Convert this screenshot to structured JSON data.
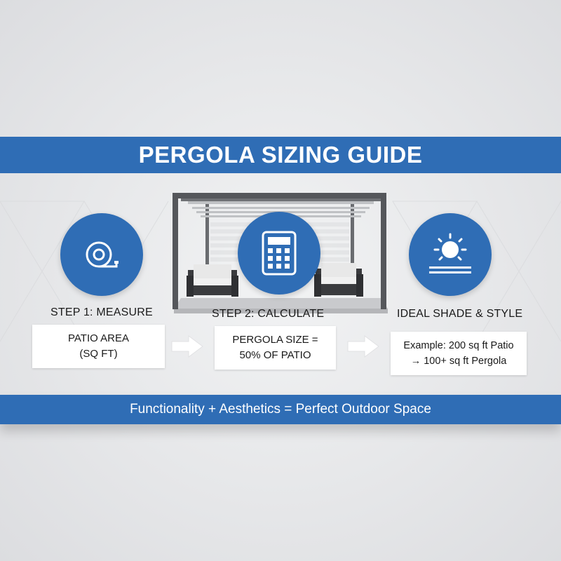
{
  "title": "PERGOLA SIZING GUIDE",
  "footer": "Functionality + Aesthetics = Perfect Outdoor Space",
  "steps": [
    {
      "icon": "tape-measure-icon",
      "label": "STEP 1: MEASURE",
      "box_lines": [
        "PATIO AREA",
        "(SQ FT)"
      ]
    },
    {
      "icon": "calculator-icon",
      "label": "STEP 2: CALCULATE",
      "box_lines": [
        "PERGOLA SIZE =",
        "50% OF PATIO"
      ]
    },
    {
      "icon": "sun-shade-icon",
      "label": "IDEAL SHADE & STYLE",
      "box_lines": [
        "Example: 200 sq ft Patio",
        "→ 100+ sq ft Pergola"
      ]
    }
  ],
  "colors": {
    "accent": "#2f6db5",
    "background": "#e9eaec",
    "box": "#ffffff"
  }
}
